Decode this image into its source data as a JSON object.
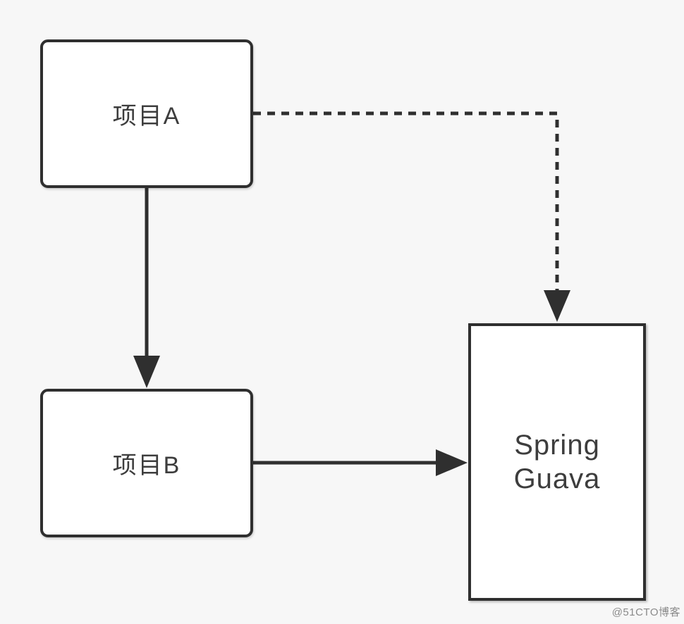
{
  "diagram": {
    "nodes": [
      {
        "id": "project-a",
        "label": "项目A",
        "shape": "rounded-rectangle"
      },
      {
        "id": "project-b",
        "label": "项目B",
        "shape": "rounded-rectangle"
      },
      {
        "id": "spring-guava",
        "label": "Spring Guava",
        "shape": "rectangle"
      }
    ],
    "edges": [
      {
        "from": "project-a",
        "to": "project-b",
        "style": "solid",
        "arrow": "down"
      },
      {
        "from": "project-b",
        "to": "spring-guava",
        "style": "solid",
        "arrow": "right"
      },
      {
        "from": "project-a",
        "to": "spring-guava",
        "style": "dashed",
        "arrow": "down"
      }
    ]
  },
  "watermark": {
    "text": "@51CTO博客"
  },
  "colors": {
    "background": "#f7f7f7",
    "node_border": "#2f2f2f",
    "node_fill": "#ffffff",
    "edge_stroke": "#2f2f2f",
    "text": "#3d3d3d",
    "watermark": "#8a8a8a"
  }
}
